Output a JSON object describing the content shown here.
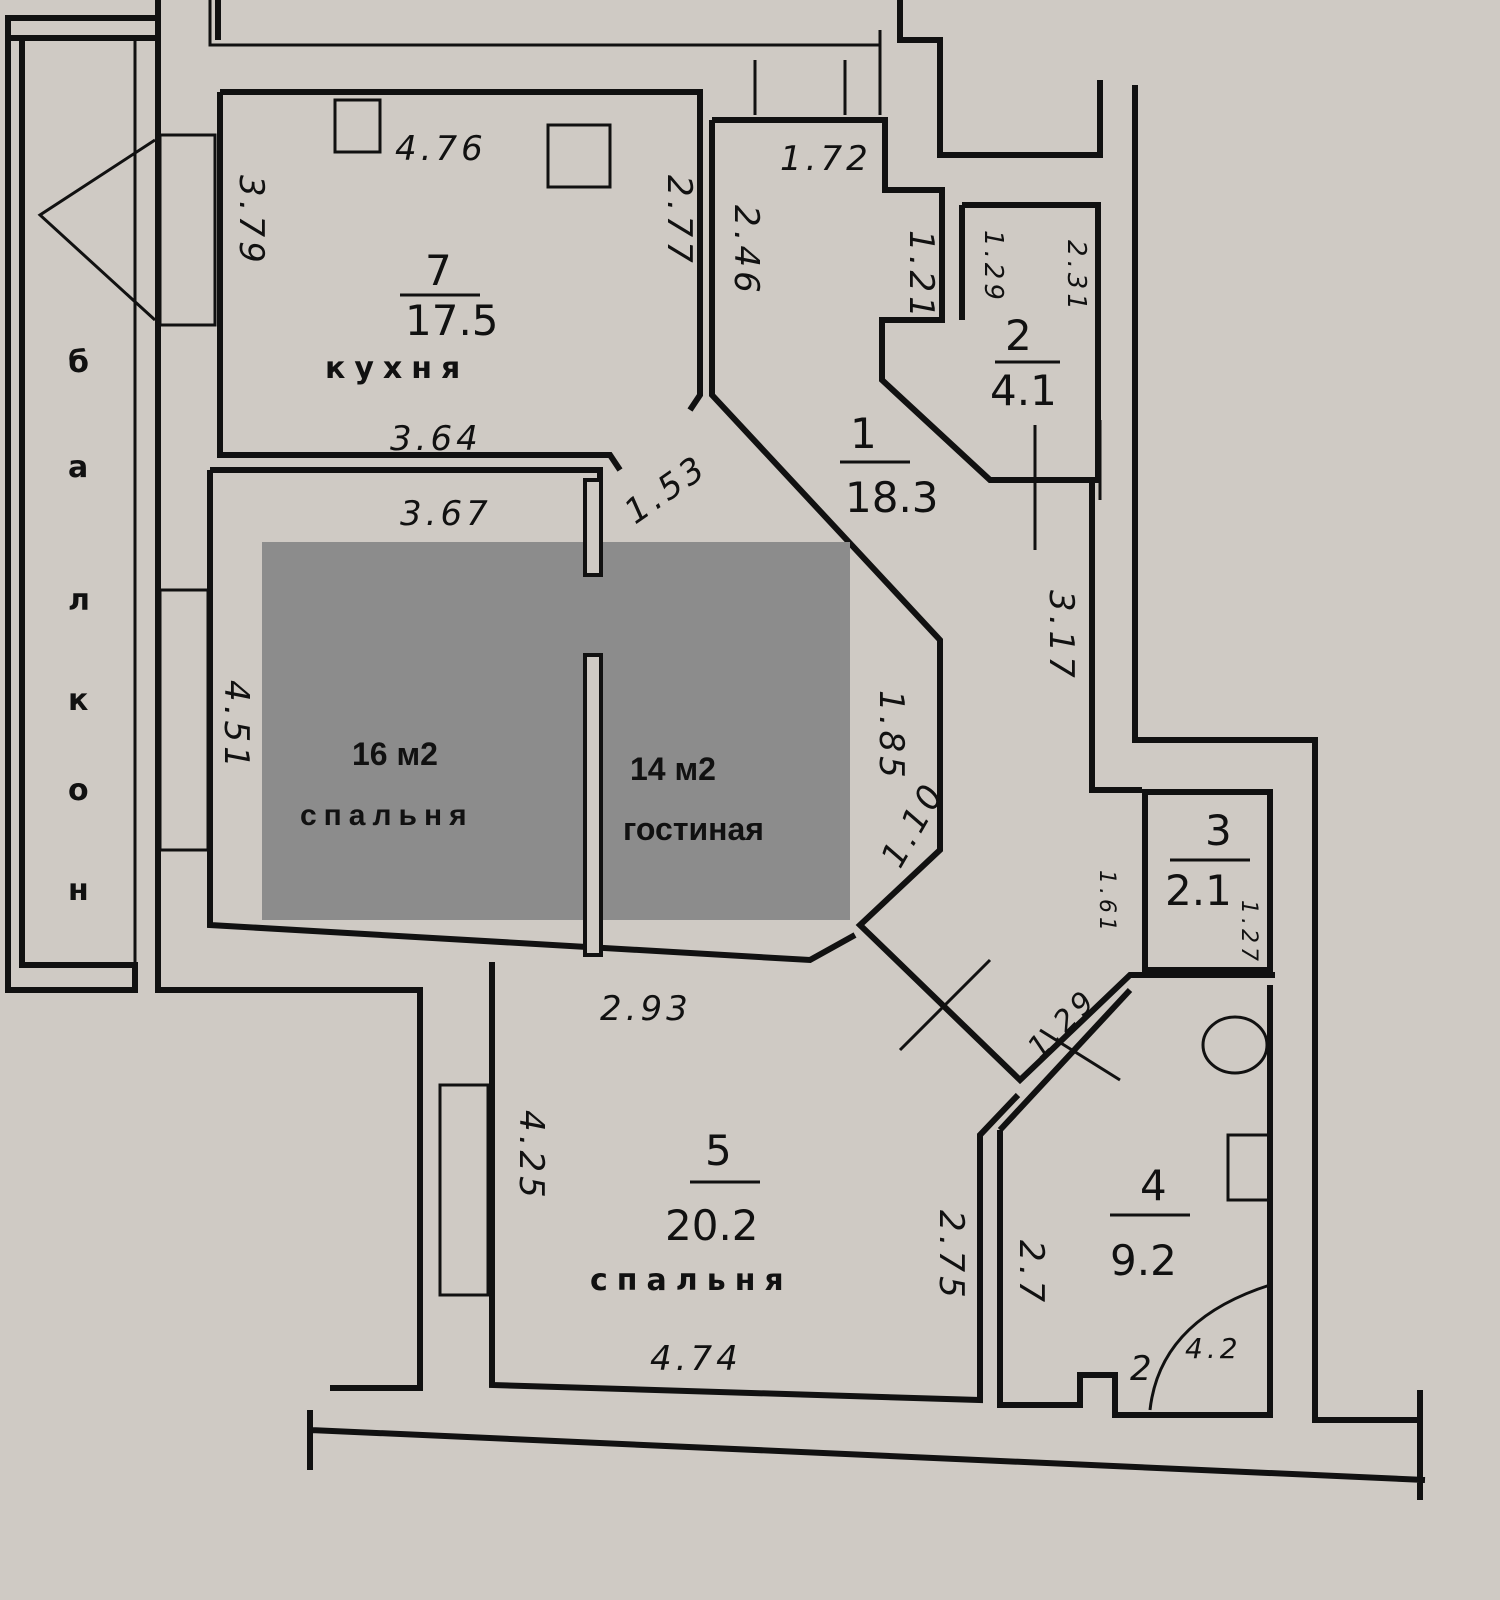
{
  "colors": {
    "paper": "#cfcac4",
    "overlay": "#8c8c8c",
    "ink": "#111111"
  },
  "balcony": {
    "letters": [
      "б",
      "а",
      "л",
      "к",
      "о",
      "н"
    ]
  },
  "rooms": {
    "kitchen": {
      "number": "7",
      "area": "17.5",
      "name": "кухня",
      "dims": [
        "4.76",
        "3.79",
        "2.77",
        "3.64"
      ]
    },
    "hall": {
      "number": "1",
      "area": "18.3",
      "dims": [
        "1.72",
        "2.46",
        "1.21",
        "1.53",
        "1.85",
        "1.10",
        "3.17"
      ]
    },
    "room2": {
      "number": "2",
      "area": "4.1",
      "dims": [
        "1.29",
        "2.31"
      ]
    },
    "room3": {
      "number": "3",
      "area": "2.1",
      "dims": [
        "1.61",
        "1.27"
      ]
    },
    "bath": {
      "number": "4",
      "area": "9.2",
      "dims": [
        "2.7",
        "1.29",
        "2",
        "4.2"
      ]
    },
    "bedroom5": {
      "number": "5",
      "area": "20.2",
      "name": "спальня",
      "dims": [
        "2.93",
        "4.25",
        "2.75",
        "4.74"
      ]
    },
    "living": {
      "dims": [
        "3.67",
        "4.51"
      ]
    }
  },
  "overlay": {
    "left": {
      "area": "16 м2",
      "name": "спальня"
    },
    "right": {
      "area": "14 м2",
      "name": "гостиная"
    }
  }
}
